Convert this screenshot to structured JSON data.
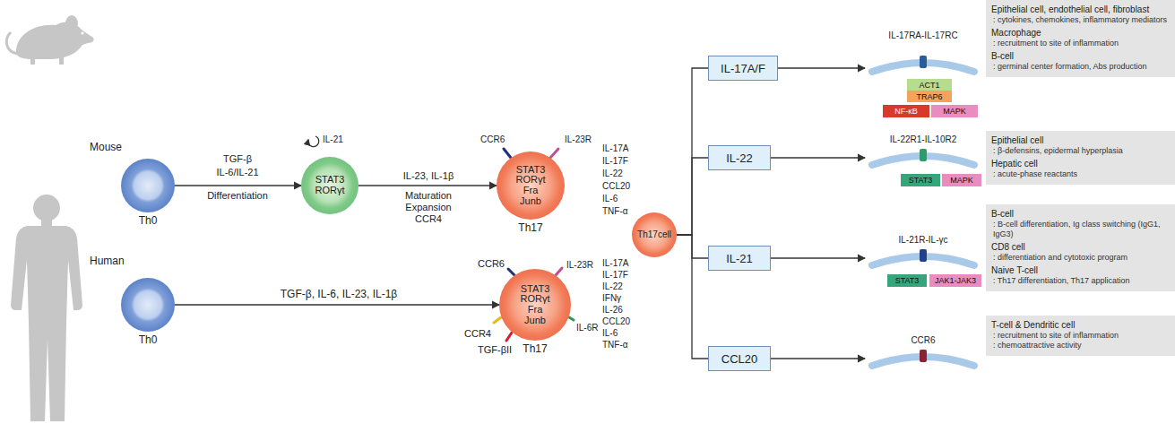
{
  "diagram": {
    "nodes": [
      {
        "text": [
          "Th0"
        ]
      },
      {
        "text": [
          "STAT3 RORγt"
        ]
      },
      {
        "text": [
          "STAT3 RORγt Fra Junb",
          "Th17"
        ]
      },
      {
        "text": [
          "Th0"
        ]
      },
      {
        "text": [
          "STAT3 RORγt Fra Junb",
          "Th17"
        ]
      },
      {
        "text": [
          "Th17cell"
        ]
      },
      {
        "text": [
          "IL-17A/F"
        ]
      },
      {
        "text": [
          "IL-17RA-IL-17RC"
        ]
      },
      {
        "text": [
          "ACT1"
        ]
      },
      {
        "text": [
          "TRAP6"
        ]
      },
      {
        "text": [
          "NF-κB"
        ]
      },
      {
        "text": [
          "MAPK"
        ]
      },
      {
        "text": [
          "Epithelial cell, endothelial cell, fibroblast",
          ": cytokines, chemokines, inflammatory mediators",
          "Macrophage",
          ": recruitment to site of inflammation",
          "B-cell",
          ": germinal center formation, Abs production"
        ]
      },
      {
        "text": [
          "IL-22"
        ]
      },
      {
        "text": [
          "IL-22R1-IL-10R2"
        ]
      },
      {
        "text": [
          "STAT3"
        ]
      },
      {
        "text": [
          "MAPK"
        ]
      },
      {
        "text": [
          "Epithelial cell",
          ": β-defensins, epidermal hyperplasia",
          "Hepatic cell",
          ": acute-phase reactants"
        ]
      },
      {
        "text": [
          "IL-21"
        ]
      },
      {
        "text": [
          "IL-21R-IL-γc"
        ]
      },
      {
        "text": [
          "STAT3"
        ]
      },
      {
        "text": [
          "JAK1-JAK3"
        ]
      },
      {
        "text": [
          "B-cell",
          ": B-cell differentiation, Ig class switching (IgG1, IgG3)",
          "CD8 cell",
          ": differentiation and cytotoxic program",
          "Naive T-cell",
          ": Th17 differentiation, Th17 application"
        ]
      },
      {
        "text": [
          "CCL20"
        ]
      },
      {
        "text": [
          "CCR6"
        ]
      },
      {
        "text": [
          "T-cell & Dendritic cell",
          ": recruitment to site of inflammation",
          ": chemoattractive activity"
        ]
      }
    ],
    "edges": [
      {
        "from": 0,
        "to": 1,
        "arrow": "to"
      },
      {
        "from": 1,
        "to": 2,
        "arrow": "to"
      },
      {
        "from": 3,
        "to": 4,
        "arrow": "to"
      },
      {
        "from": 5,
        "to": 6,
        "arrow": "none"
      },
      {
        "from": 5,
        "to": 13,
        "arrow": "none"
      },
      {
        "from": 5,
        "to": 18,
        "arrow": "none"
      },
      {
        "from": 5,
        "to": 23,
        "arrow": "none"
      },
      {
        "from": 6,
        "to": 7,
        "arrow": "to"
      },
      {
        "from": 13,
        "to": 14,
        "arrow": "to"
      },
      {
        "from": 18,
        "to": 19,
        "arrow": "to"
      },
      {
        "from": 23,
        "to": 24,
        "arrow": "to"
      }
    ],
    "labels": [
      "Mouse",
      "TGF-β",
      "IL-6/IL-21",
      "Differentiation",
      "IL-21",
      "IL-23, IL-1β",
      "Maturation",
      "Expansion",
      "CCR4",
      "CCR6",
      "IL-23R",
      "IL-17A",
      "IL-17F",
      "IL-22",
      "CCL20",
      "IL-6",
      "TNF-α",
      "Human",
      "TGF-β, IL-6, IL-23, IL-1β",
      "CCR6",
      "IL-23R",
      "CCR4",
      "TGF-βII",
      "IL-6R",
      "IL-17A",
      "IL-17F",
      "IL-22",
      "IFNγ",
      "IL-26",
      "CCL20",
      "IL-6",
      "TNF-α"
    ]
  }
}
